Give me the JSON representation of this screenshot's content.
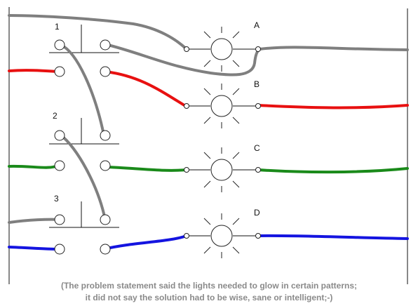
{
  "switches": [
    {
      "label": "1"
    },
    {
      "label": "2"
    },
    {
      "label": "3"
    }
  ],
  "lamps": [
    {
      "label": "A"
    },
    {
      "label": "B"
    },
    {
      "label": "C"
    },
    {
      "label": "D"
    }
  ],
  "caption": {
    "line1": "(The problem statement said the lights needed to glow in certain patterns;",
    "line2": "it did not say the solution had to be wise, sane or intelligent;-)"
  },
  "colors": {
    "gray_wire": "#7f7f7f",
    "red_wire": "#e81010",
    "green_wire": "#1a8a1a",
    "blue_wire": "#1414e0",
    "outline": "#222222",
    "caption": "#8a8a8a"
  }
}
